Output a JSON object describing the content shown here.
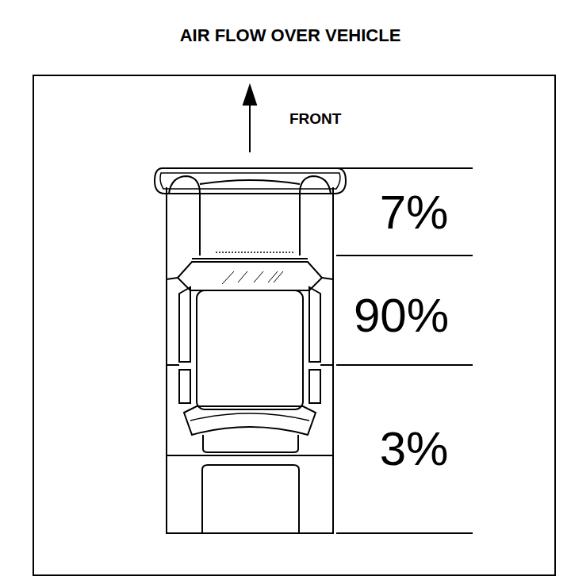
{
  "diagram": {
    "title": "AIR FLOW OVER VEHICLE",
    "labels": [
      "FRONT",
      "7%",
      "90%",
      "3%"
    ]
  }
}
